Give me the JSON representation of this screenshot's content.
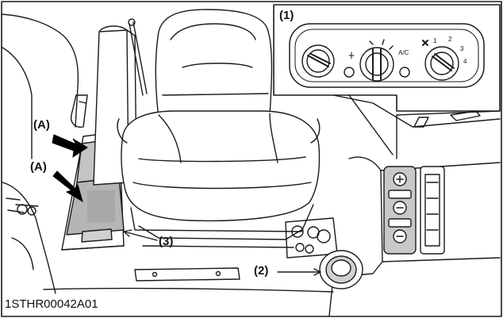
{
  "figure": {
    "id_label": "1STHR00042A01"
  },
  "callouts": {
    "inset": "(1)",
    "cup_holder": "(2)",
    "floor_mat": "(3)",
    "arrow_upper": "(A)",
    "arrow_lower": "(A)"
  },
  "inset_panel": {
    "ac_label": "A/C",
    "fan_scale": [
      "1",
      "2",
      "3",
      "4"
    ]
  },
  "colors": {
    "line": "#1a1a1a",
    "mat_fill": "#b5b5b5",
    "background": "#ffffff"
  },
  "icons": [
    "arrow-icon",
    "knob-icon",
    "light-icon",
    "fan-icon"
  ]
}
